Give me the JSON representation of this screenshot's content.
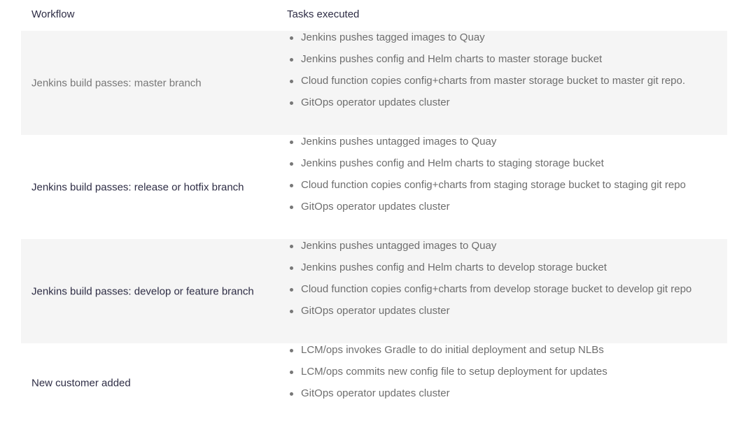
{
  "header": {
    "workflow": "Workflow",
    "tasks": "Tasks executed"
  },
  "rows": [
    {
      "workflow": "Jenkins build passes: master branch",
      "tasks": [
        "Jenkins pushes tagged images to Quay",
        "Jenkins pushes config and Helm charts to master storage bucket",
        "Cloud function copies config+charts from master storage bucket to master git repo.",
        "GitOps operator updates cluster"
      ]
    },
    {
      "workflow": "Jenkins build passes: release or hotfix branch",
      "tasks": [
        "Jenkins pushes untagged images to Quay",
        "Jenkins pushes config and Helm charts to staging storage bucket",
        "Cloud function copies config+charts from staging storage bucket to staging git repo",
        "GitOps operator updates cluster"
      ]
    },
    {
      "workflow": "Jenkins build passes: develop or feature branch",
      "tasks": [
        "Jenkins pushes untagged images to Quay",
        "Jenkins pushes config and Helm charts to develop storage bucket",
        "Cloud function copies config+charts from develop storage bucket to develop git repo",
        "GitOps operator updates cluster"
      ]
    },
    {
      "workflow": "New customer added",
      "tasks": [
        "LCM/ops invokes Gradle to do initial deployment and setup NLBs",
        "LCM/ops commits new config file to setup deployment for updates",
        "GitOps operator updates cluster"
      ]
    }
  ]
}
